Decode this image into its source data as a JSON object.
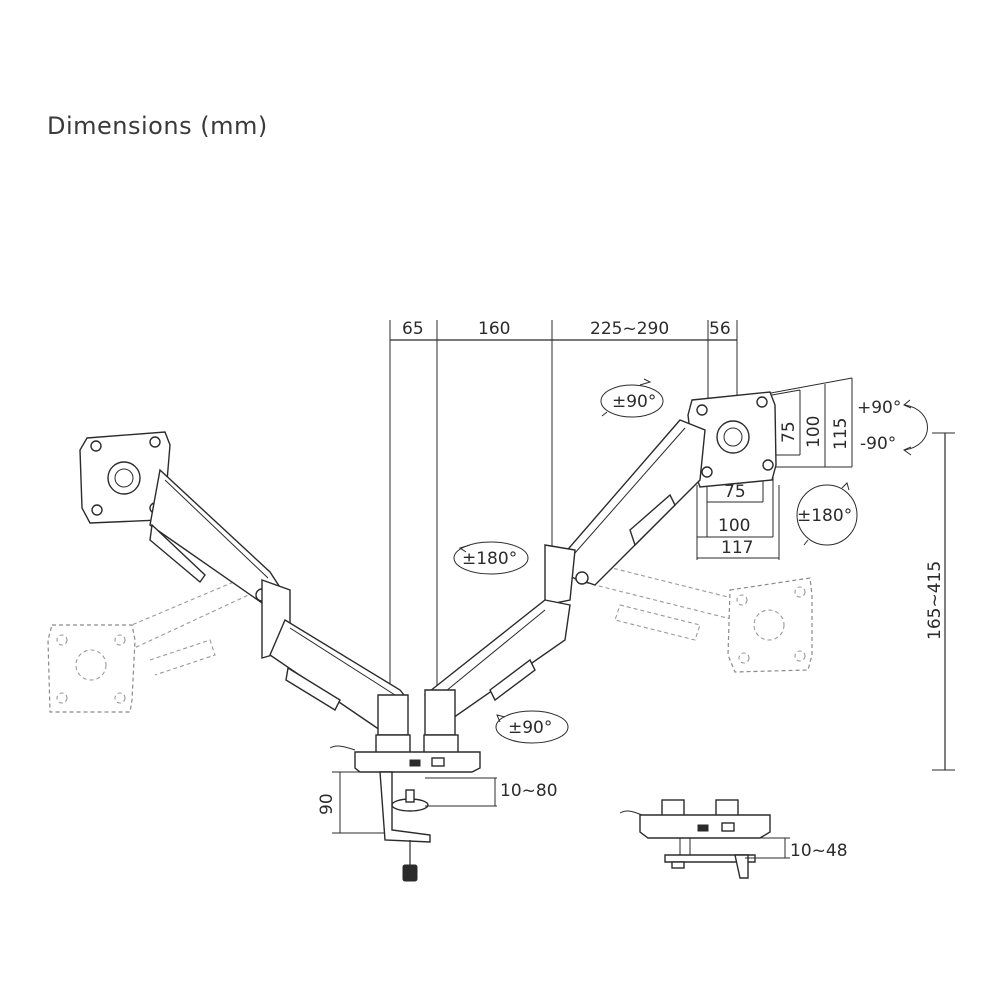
{
  "title": "Dimensions (mm)",
  "dimensions": {
    "top_65": "65",
    "top_160": "160",
    "top_225_290": "225~290",
    "top_56": "56",
    "vesa_h_75": "75",
    "vesa_h_100": "100",
    "vesa_h_117": "117",
    "vesa_v_75": "75",
    "vesa_v_100": "100",
    "vesa_v_115": "115",
    "height_165_415": "165~415",
    "clamp_90": "90",
    "clamp_10_80": "10~80",
    "grommet_10_48": "10~48"
  },
  "rotations": {
    "rot_top": "±90°",
    "tilt_plus": "+90°",
    "tilt_minus": "-90°",
    "swivel_right": "±180°",
    "swivel_center": "±180°",
    "rot_bottom": "±90°"
  },
  "colors": {
    "line": "#2b2b2b",
    "ghost": "#8a8a8a",
    "background": "#ffffff"
  }
}
